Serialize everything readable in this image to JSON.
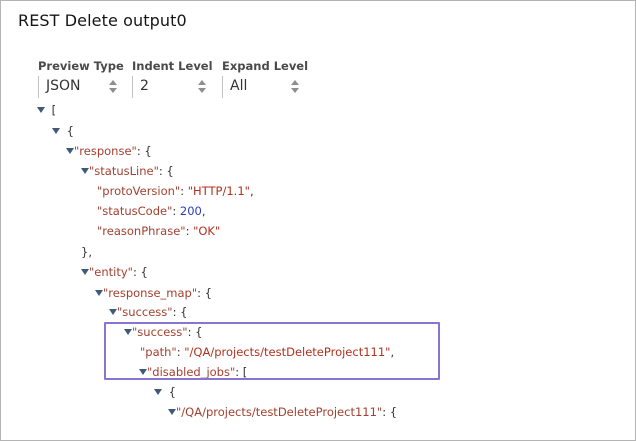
{
  "window": {
    "title": "REST Delete output0"
  },
  "controls": {
    "preview_type": {
      "label": "Preview Type",
      "value": "JSON"
    },
    "indent_level": {
      "label": "Indent Level",
      "value": "2"
    },
    "expand_level": {
      "label": "Expand Level",
      "value": "All"
    }
  },
  "tree": {
    "root_open": "[",
    "item_open": "{",
    "response_key": "\"response\"",
    "status_line_key": "\"statusLine\"",
    "proto_key": "\"protoVersion\"",
    "proto_val": "\"HTTP/1.1\"",
    "status_code_key": "\"statusCode\"",
    "status_code_val": "200",
    "reason_key": "\"reasonPhrase\"",
    "reason_val": "\"OK\"",
    "close_obj": "},",
    "entity_key": "\"entity\"",
    "response_map_key": "\"response_map\"",
    "success_key": "\"success\"",
    "path_key": "\"path\"",
    "path_val": "\"/QA/projects/testDeleteProject111\"",
    "disabled_jobs_key": "\"disabled_jobs\"",
    "project_key": "\"/QA/projects/testDeleteProject111\"",
    "colon_obj": ": {",
    "colon_arr": ": [",
    "colon": ": ",
    "comma": ","
  },
  "colors": {
    "highlight_border": "#8a74d2",
    "key": "#a2402f",
    "string": "#b1311e",
    "number": "#2b3fb8",
    "toggle": "#3f5a78"
  }
}
